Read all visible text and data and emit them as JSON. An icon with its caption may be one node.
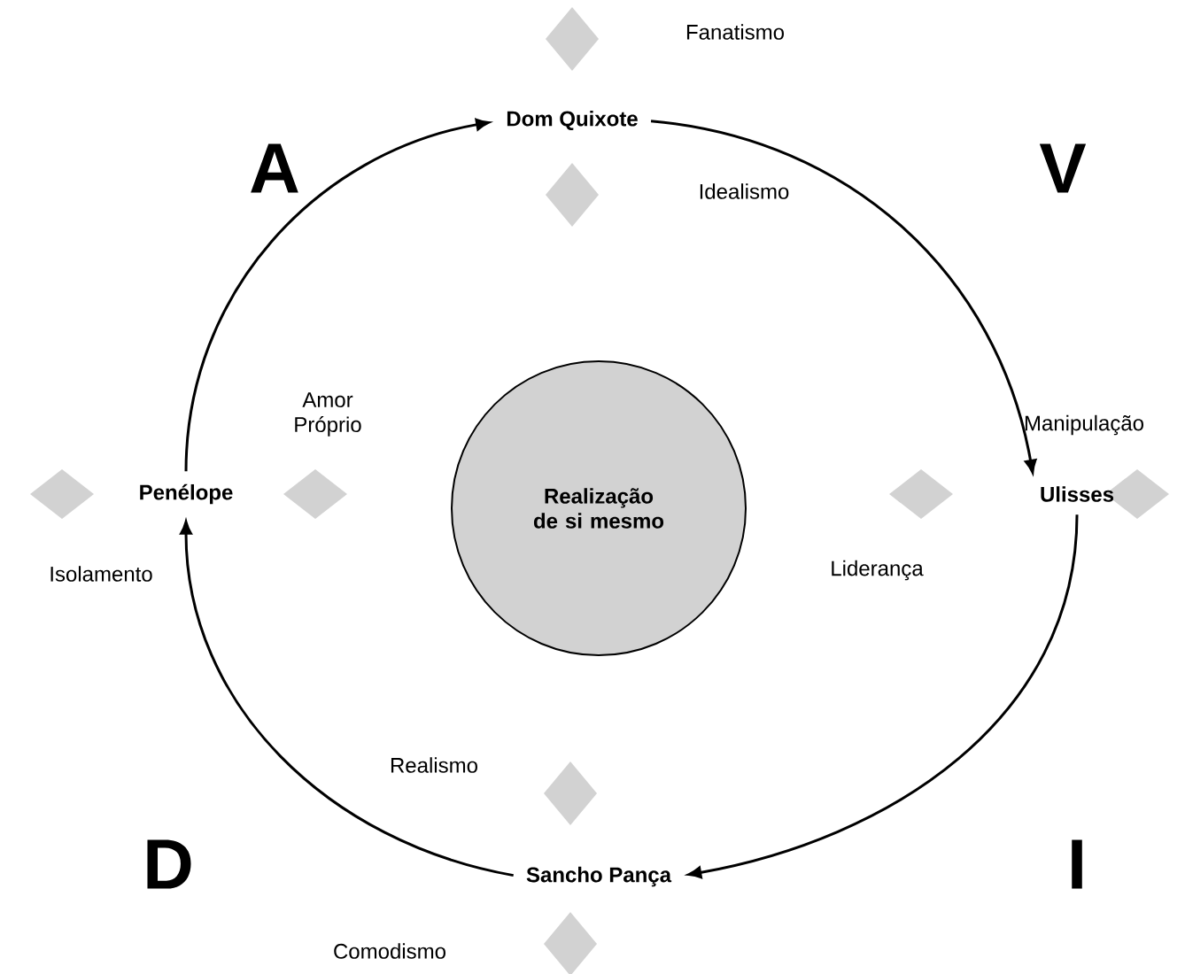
{
  "diagram": {
    "nodes": [
      {
        "text": [
          "Dom Quixote"
        ]
      },
      {
        "text": [
          "Penélope"
        ]
      },
      {
        "text": [
          "Realização de si mesmo"
        ]
      },
      {
        "text": [
          "Ulisses"
        ]
      },
      {
        "text": [
          "Sancho Pança"
        ]
      }
    ],
    "edges": [
      {
        "from": 1,
        "to": 0,
        "arrow": "to"
      },
      {
        "from": 0,
        "to": 3,
        "arrow": "to"
      },
      {
        "from": 3,
        "to": 4,
        "arrow": "to"
      },
      {
        "from": 4,
        "to": 1,
        "arrow": "to"
      }
    ],
    "labels": [
      "Fanatismo",
      "A",
      "V",
      "Idealismo",
      "Amor Próprio",
      "Manipulação",
      "Isolamento",
      "Liderança",
      "Realismo",
      "D",
      "I",
      "Comodismo"
    ]
  }
}
